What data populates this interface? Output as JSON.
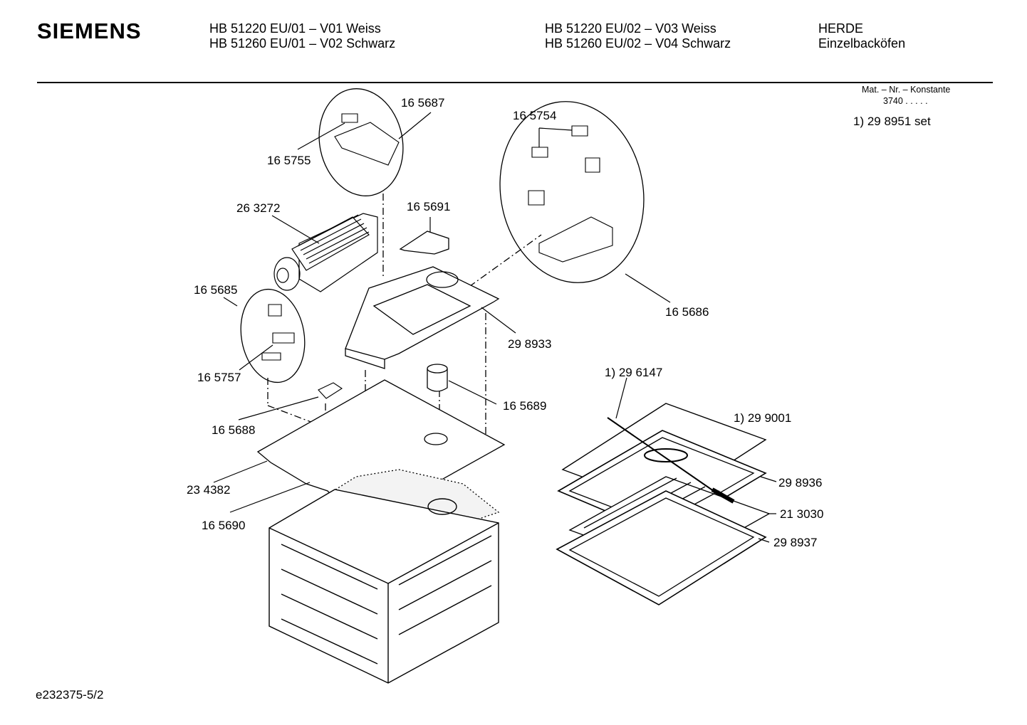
{
  "header": {
    "brand": "SIEMENS",
    "models_left": [
      "HB 51220 EU/01 – V01 Weiss",
      "HB 51260 EU/01 – V02 Schwarz"
    ],
    "models_right": [
      "HB 51220 EU/02 – V03 Weiss",
      "HB 51260 EU/02 – V04 Schwarz"
    ],
    "category": [
      "HERDE",
      "Einzelbacköfen"
    ]
  },
  "info": {
    "mat_nr_label": "Mat. – Nr. – Konstante",
    "mat_nr_value": "3740 .   .   .   .   .",
    "set_note": "1) 29 8951 set"
  },
  "part_labels": [
    "16 5687",
    "16 5755",
    "16 5754",
    "26 3272",
    "16 5691",
    "16 5685",
    "16 5686",
    "29 8933",
    "16 5757",
    "1) 29 6147",
    "16 5689",
    "1) 29 9001",
    "16 5688",
    "29 8936",
    "23 4382",
    "21 3030",
    "16 5690",
    "29 8937"
  ],
  "footer": {
    "drawing_id": "e232375-5/2"
  }
}
